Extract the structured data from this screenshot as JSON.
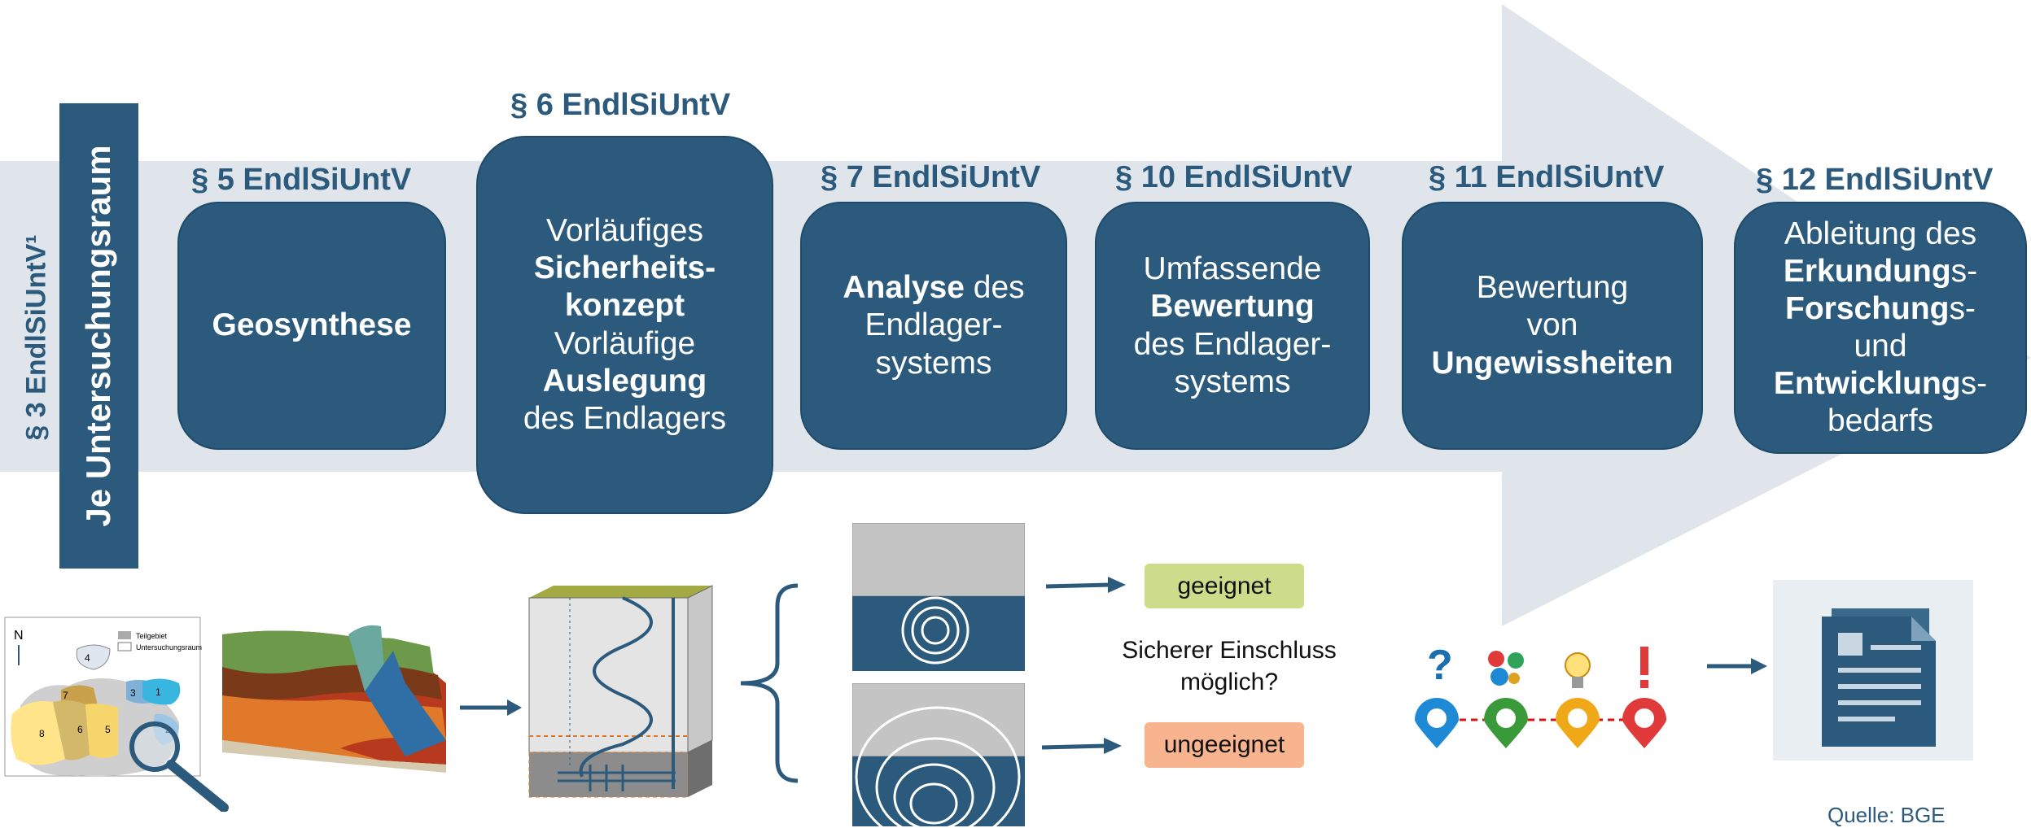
{
  "vertical": {
    "sec3": "§ 3 EndlSiUntV¹",
    "untersuchungsraum": "Je Untersuchungsraum"
  },
  "steps": [
    {
      "id": "s5",
      "label": "§ 5 EndlSiUntV",
      "lines": [
        {
          "text": "Geosynthese",
          "bold": true
        }
      ]
    },
    {
      "id": "s6",
      "label": "§ 6 EndlSiUntV",
      "lines": [
        {
          "text": "Vorläufiges",
          "bold": false
        },
        {
          "text": "Sicherheits-",
          "bold": true
        },
        {
          "text": "konzept",
          "bold": true
        },
        {
          "text": "Vorläufige",
          "bold": false
        },
        {
          "text": "Auslegung",
          "bold": true
        },
        {
          "text": "des Endlagers",
          "bold": false
        }
      ]
    },
    {
      "id": "s7",
      "label": "§ 7 EndlSiUntV",
      "lines": [
        {
          "parts": [
            {
              "text": "Analyse",
              "bold": true
            },
            {
              "text": " des",
              "bold": false
            }
          ]
        },
        {
          "text": "Endlager-",
          "bold": false
        },
        {
          "text": "systems",
          "bold": false
        }
      ]
    },
    {
      "id": "s10",
      "label": "§ 10 EndlSiUntV",
      "lines": [
        {
          "text": "Umfassende",
          "bold": false
        },
        {
          "text": "Bewertung",
          "bold": true
        },
        {
          "text": "des Endlager-",
          "bold": false
        },
        {
          "text": "systems",
          "bold": false
        }
      ]
    },
    {
      "id": "s11",
      "label": "§ 11 EndlSiUntV",
      "lines": [
        {
          "text": "Bewertung",
          "bold": false
        },
        {
          "text": "von",
          "bold": false
        },
        {
          "text": "Ungewissheiten",
          "bold": true
        }
      ]
    },
    {
      "id": "s12",
      "label": "§ 12 EndlSiUntV",
      "lines": [
        {
          "text": "Ableitung des",
          "bold": false
        },
        {
          "parts": [
            {
              "text": "Erkundung",
              "bold": true
            },
            {
              "text": "s-",
              "bold": false
            }
          ]
        },
        {
          "parts": [
            {
              "text": "Forschung",
              "bold": true
            },
            {
              "text": "s-",
              "bold": false
            }
          ]
        },
        {
          "text": "und",
          "bold": false
        },
        {
          "parts": [
            {
              "text": "Entwicklung",
              "bold": true
            },
            {
              "text": "s-",
              "bold": false
            }
          ]
        },
        {
          "text": "bedarfs",
          "bold": false
        }
      ]
    }
  ],
  "outcomes": {
    "suitable": "geeignet",
    "unsuitable": "ungeeignet",
    "question_line1": "Sicherer Einschluss",
    "question_line2": "möglich?"
  },
  "map": {
    "north": "N",
    "legend_1": "Teilgebiet",
    "legend_2": "Untersuchungsraum",
    "regions": [
      "1",
      "2",
      "3",
      "4",
      "5",
      "6",
      "7",
      "8"
    ]
  },
  "source": "Quelle: BGE",
  "colors": {
    "primary": "#2c5a7c",
    "arrow_band": "#dfe5ea",
    "suitable": "#cddc8a",
    "unsuitable": "#f7b48e"
  },
  "icons": [
    "question-pin-icon",
    "gears-pin-icon",
    "lightbulb-pin-icon",
    "exclamation-pin-icon",
    "document-icon"
  ]
}
